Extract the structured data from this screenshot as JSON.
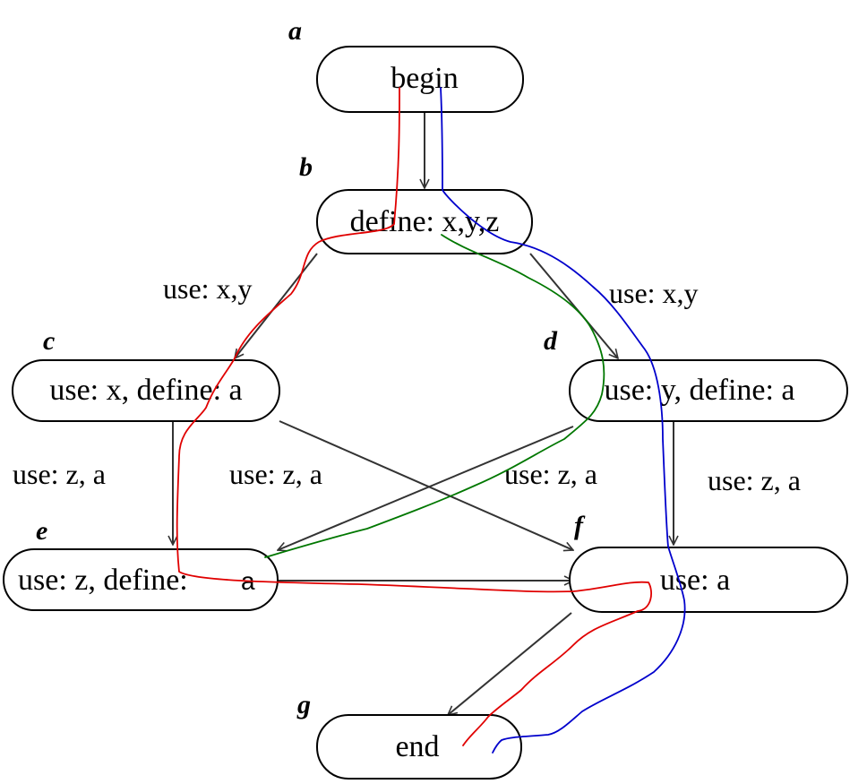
{
  "nodes": {
    "a": {
      "letter": "a",
      "label": "begin"
    },
    "b": {
      "letter": "b",
      "label": "define: x,y,z"
    },
    "c": {
      "letter": "c",
      "label": "use: x, define: a"
    },
    "d": {
      "letter": "d",
      "label": "use: y, define: a"
    },
    "e": {
      "letter": "e",
      "label": "use: z, define:",
      "label_suffix": "a"
    },
    "f": {
      "letter": "f",
      "label": "use: a"
    },
    "g": {
      "letter": "g",
      "label": "end"
    }
  },
  "edge_labels": {
    "b_c": "use: x,y",
    "b_d": "use: x,y",
    "c_e": "use: z, a",
    "d_e": "use: z, a",
    "c_f": "use: z, a",
    "d_f": "use: z, a"
  },
  "path_colors": {
    "red": "#e00000",
    "blue": "#0000cc",
    "green": "#007700"
  }
}
